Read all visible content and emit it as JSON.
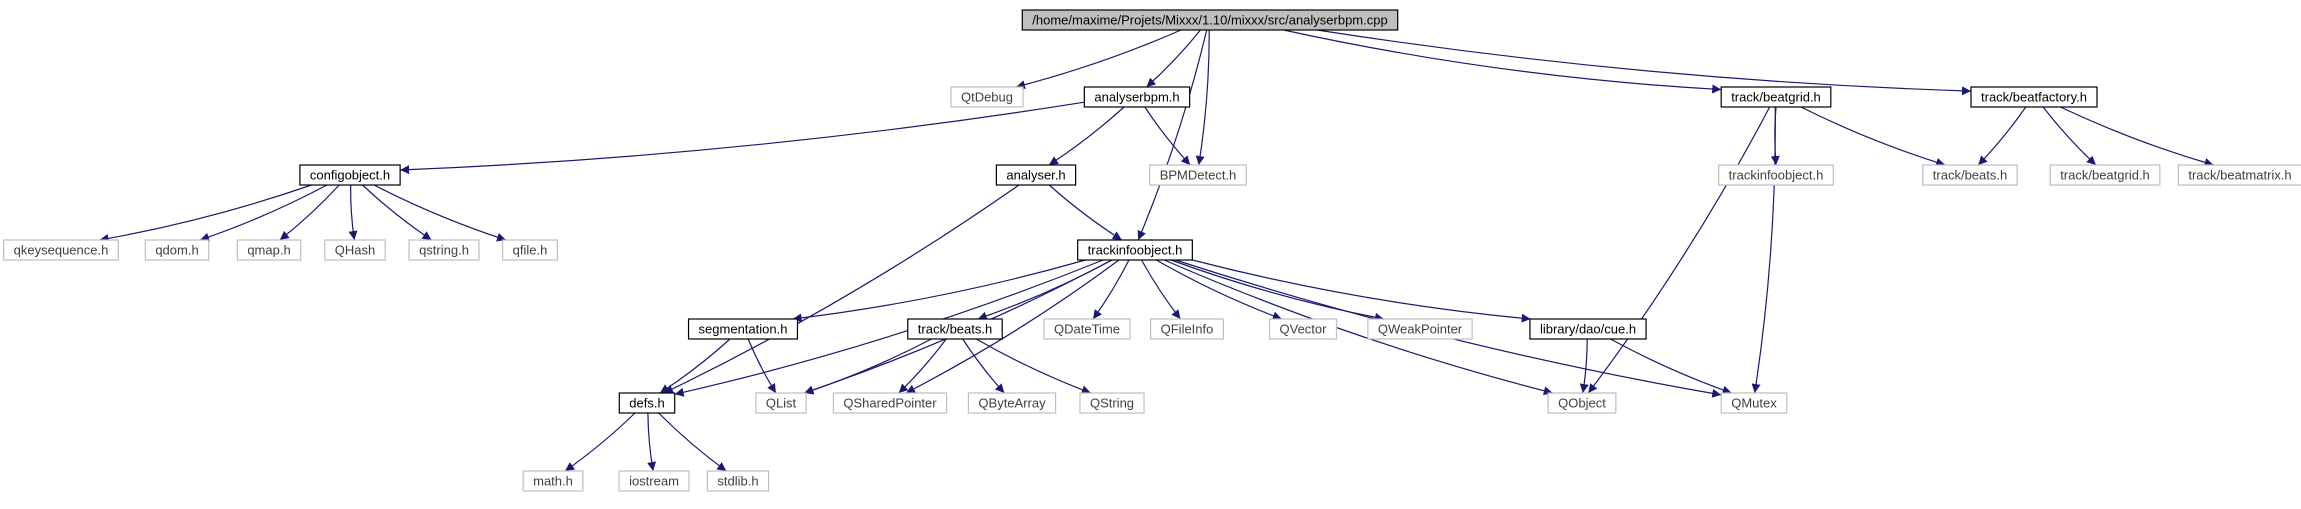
{
  "colors": {
    "edge": "#191970",
    "node_border_primary": "#000000",
    "node_border_secondary": "#bfbfbf",
    "node_fill": "#ffffff",
    "root_fill": "#bfbfbf",
    "text_primary": "#000000",
    "text_secondary": "#404040"
  },
  "nodes": {
    "root": {
      "label": "/home/maxime/Projets/Mixxx/1.10/mixxx/src/analyserbpm.cpp",
      "kind": "root"
    },
    "qtdebug": {
      "label": "QtDebug",
      "kind": "external"
    },
    "analyserbpm_h": {
      "label": "analyserbpm.h",
      "kind": "local"
    },
    "beatgrid_h": {
      "label": "track/beatgrid.h",
      "kind": "local"
    },
    "beatfactory_h": {
      "label": "track/beatfactory.h",
      "kind": "local"
    },
    "configobject_h": {
      "label": "configobject.h",
      "kind": "local"
    },
    "analyser_h": {
      "label": "analyser.h",
      "kind": "local"
    },
    "bpmdetect_h": {
      "label": "BPMDetect.h",
      "kind": "external"
    },
    "trackinfo_ext": {
      "label": "trackinfoobject.h",
      "kind": "external"
    },
    "beats_ext": {
      "label": "track/beats.h",
      "kind": "external"
    },
    "beatgrid_ext": {
      "label": "track/beatgrid.h",
      "kind": "external"
    },
    "beatmatrix_ext": {
      "label": "track/beatmatrix.h",
      "kind": "external"
    },
    "qkeysequence": {
      "label": "qkeysequence.h",
      "kind": "external"
    },
    "qdom": {
      "label": "qdom.h",
      "kind": "external"
    },
    "qmap": {
      "label": "qmap.h",
      "kind": "external"
    },
    "qhash": {
      "label": "QHash",
      "kind": "external"
    },
    "qstring_h": {
      "label": "qstring.h",
      "kind": "external"
    },
    "qfile": {
      "label": "qfile.h",
      "kind": "external"
    },
    "trackinfo_h": {
      "label": "trackinfoobject.h",
      "kind": "local"
    },
    "segmentation_h": {
      "label": "segmentation.h",
      "kind": "local"
    },
    "beats_h": {
      "label": "track/beats.h",
      "kind": "local"
    },
    "qdatetime": {
      "label": "QDateTime",
      "kind": "external"
    },
    "qfileinfo": {
      "label": "QFileInfo",
      "kind": "external"
    },
    "qvector": {
      "label": "QVector",
      "kind": "external"
    },
    "qweakpointer": {
      "label": "QWeakPointer",
      "kind": "external"
    },
    "cue_h": {
      "label": "library/dao/cue.h",
      "kind": "local"
    },
    "defs_h": {
      "label": "defs.h",
      "kind": "local"
    },
    "qlist": {
      "label": "QList",
      "kind": "external"
    },
    "qsharedpointer": {
      "label": "QSharedPointer",
      "kind": "external"
    },
    "qbytearray": {
      "label": "QByteArray",
      "kind": "external"
    },
    "qstring": {
      "label": "QString",
      "kind": "external"
    },
    "qobject": {
      "label": "QObject",
      "kind": "external"
    },
    "qmutex": {
      "label": "QMutex",
      "kind": "external"
    },
    "math_h": {
      "label": "math.h",
      "kind": "external"
    },
    "iostream": {
      "label": "iostream",
      "kind": "external"
    },
    "stdlib_h": {
      "label": "stdlib.h",
      "kind": "external"
    }
  },
  "edges": [
    [
      "root",
      "qtdebug"
    ],
    [
      "root",
      "analyserbpm_h"
    ],
    [
      "root",
      "bpmdetect_h"
    ],
    [
      "root",
      "trackinfo_h"
    ],
    [
      "root",
      "beatgrid_h"
    ],
    [
      "root",
      "beatfactory_h"
    ],
    [
      "analyserbpm_h",
      "configobject_h"
    ],
    [
      "analyserbpm_h",
      "analyser_h"
    ],
    [
      "analyserbpm_h",
      "bpmdetect_h"
    ],
    [
      "beatgrid_h",
      "trackinfo_ext"
    ],
    [
      "beatgrid_h",
      "beats_ext"
    ],
    [
      "beatgrid_h",
      "qobject"
    ],
    [
      "beatgrid_h",
      "qmutex"
    ],
    [
      "beatfactory_h",
      "beats_ext"
    ],
    [
      "beatfactory_h",
      "beatgrid_ext"
    ],
    [
      "beatfactory_h",
      "beatmatrix_ext"
    ],
    [
      "configobject_h",
      "qkeysequence"
    ],
    [
      "configobject_h",
      "qdom"
    ],
    [
      "configobject_h",
      "qmap"
    ],
    [
      "configobject_h",
      "qhash"
    ],
    [
      "configobject_h",
      "qstring_h"
    ],
    [
      "configobject_h",
      "qfile"
    ],
    [
      "analyser_h",
      "trackinfo_h"
    ],
    [
      "analyser_h",
      "defs_h"
    ],
    [
      "trackinfo_h",
      "segmentation_h"
    ],
    [
      "trackinfo_h",
      "beats_h"
    ],
    [
      "trackinfo_h",
      "qdatetime"
    ],
    [
      "trackinfo_h",
      "qfileinfo"
    ],
    [
      "trackinfo_h",
      "qvector"
    ],
    [
      "trackinfo_h",
      "qweakpointer"
    ],
    [
      "trackinfo_h",
      "cue_h"
    ],
    [
      "trackinfo_h",
      "defs_h"
    ],
    [
      "trackinfo_h",
      "qlist"
    ],
    [
      "trackinfo_h",
      "qsharedpointer"
    ],
    [
      "trackinfo_h",
      "qobject"
    ],
    [
      "trackinfo_h",
      "qmutex"
    ],
    [
      "segmentation_h",
      "defs_h"
    ],
    [
      "segmentation_h",
      "qlist"
    ],
    [
      "beats_h",
      "qlist"
    ],
    [
      "beats_h",
      "qsharedpointer"
    ],
    [
      "beats_h",
      "qbytearray"
    ],
    [
      "beats_h",
      "qstring"
    ],
    [
      "cue_h",
      "qobject"
    ],
    [
      "cue_h",
      "qmutex"
    ],
    [
      "defs_h",
      "math_h"
    ],
    [
      "defs_h",
      "iostream"
    ],
    [
      "defs_h",
      "stdlib_h"
    ]
  ]
}
